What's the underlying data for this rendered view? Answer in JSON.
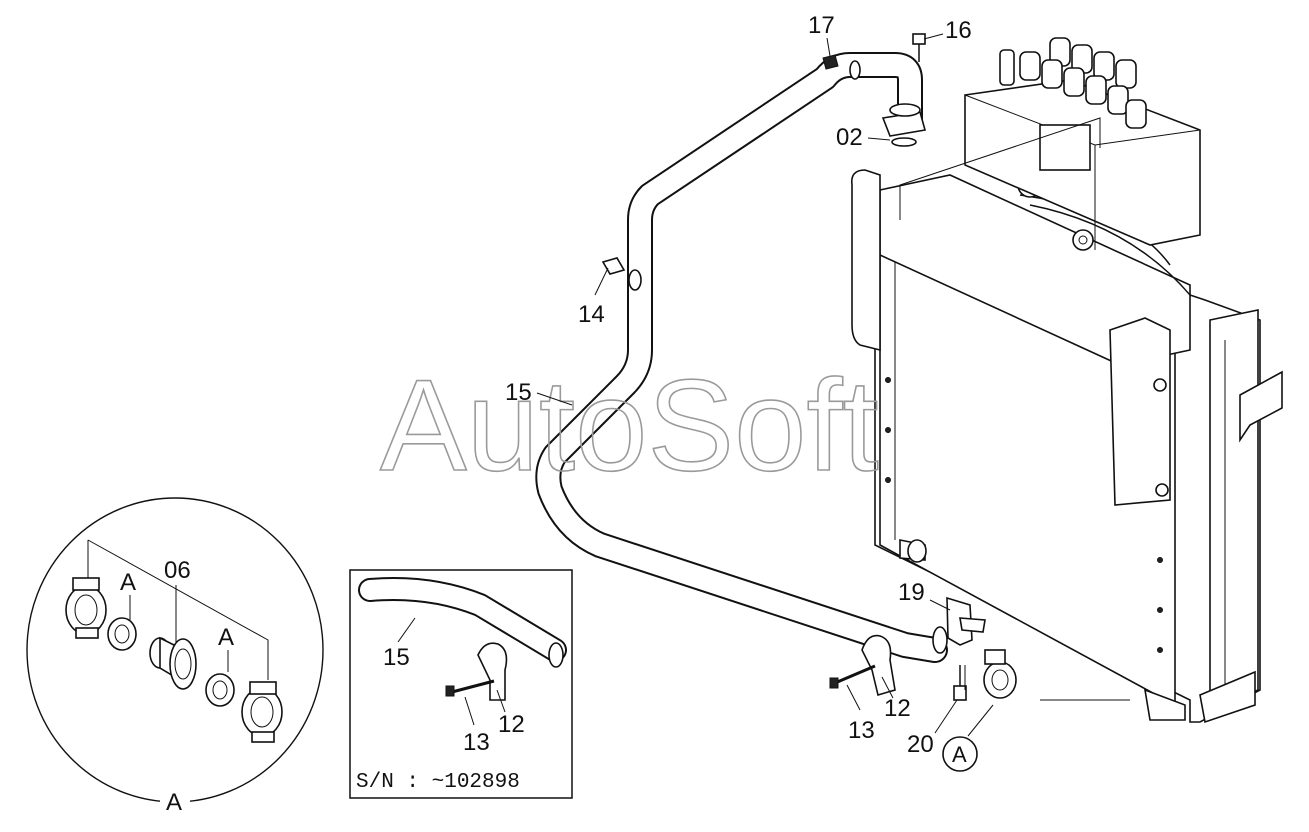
{
  "watermark": "AutoSoft",
  "callouts": {
    "p17": "17",
    "p16": "16",
    "p02": "02",
    "p14": "14",
    "p15": "15",
    "p19": "19",
    "p13": "13",
    "p12": "12",
    "p20": "20",
    "ref_a": "A"
  },
  "detail_a": {
    "part_06": "06",
    "label_a1": "A",
    "label_a2": "A",
    "caption": "A"
  },
  "inset": {
    "part_15": "15",
    "part_13": "13",
    "part_12": "12",
    "serial_note": "S/N :  ~102898"
  }
}
